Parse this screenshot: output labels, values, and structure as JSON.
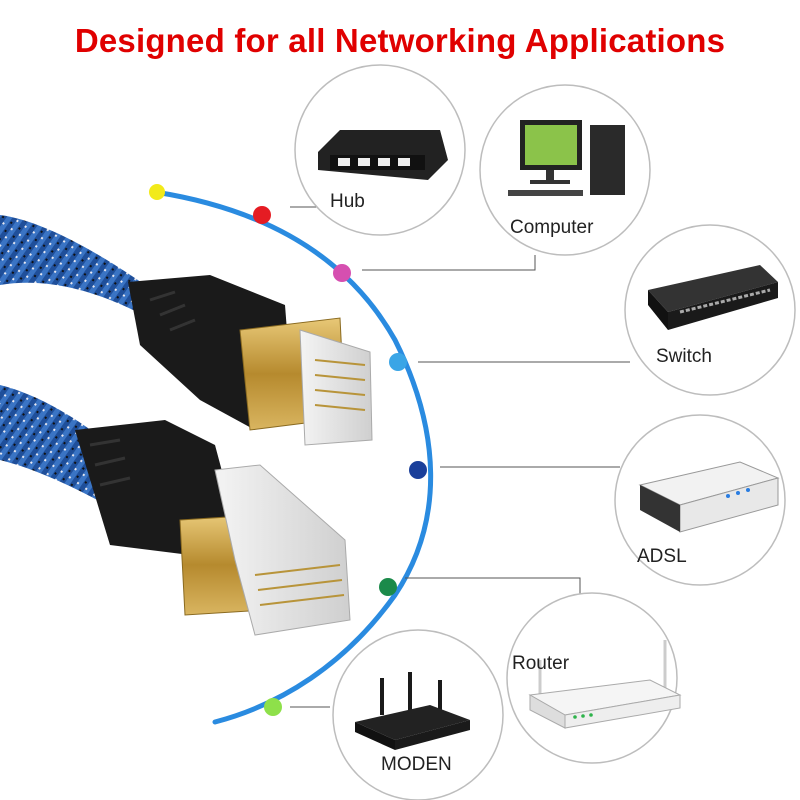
{
  "header": {
    "title": "Designed for all Networking Applications"
  },
  "colors": {
    "title": "#e00000",
    "arc": "#2a8be0",
    "cable_blue": "#1f4f9a",
    "connector_gold": "#c9a24a",
    "plug_black": "#1a1a1a"
  },
  "devices": [
    {
      "label": "Hub",
      "icon": "hub-icon",
      "dot_color": "#e51c23"
    },
    {
      "label": "Computer",
      "icon": "computer-icon",
      "dot_color": "#d64fb0"
    },
    {
      "label": "Switch",
      "icon": "switch-icon",
      "dot_color": "#3aa5e6"
    },
    {
      "label": "ADSL",
      "icon": "adsl-modem-icon",
      "dot_color": "#1a3f9a"
    },
    {
      "label": "Router",
      "icon": "router-icon",
      "dot_color": "#1b8a4a"
    },
    {
      "label": "MODEN",
      "icon": "wireless-modem-icon",
      "dot_color": "#8ee04a"
    }
  ],
  "arc_end_dot_color": "#f2ea1a"
}
